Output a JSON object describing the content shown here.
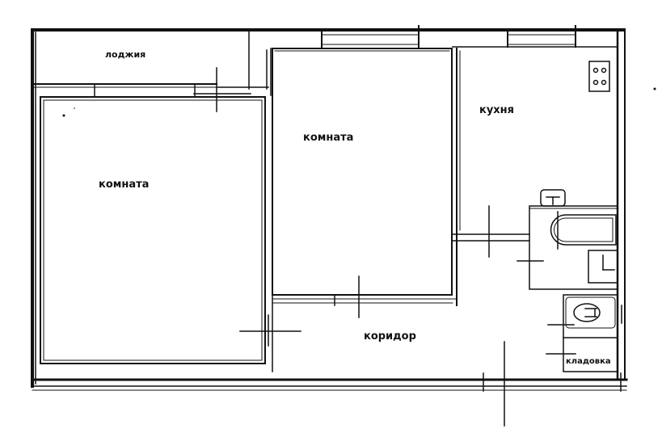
{
  "labels": {
    "loggia": "лоджия",
    "room_left": "комната",
    "room_middle": "комната",
    "kitchen": "кухня",
    "corridor": "коридор",
    "pantry": "кладовка"
  },
  "colors": {
    "line": "#111111",
    "background": "#ffffff"
  }
}
